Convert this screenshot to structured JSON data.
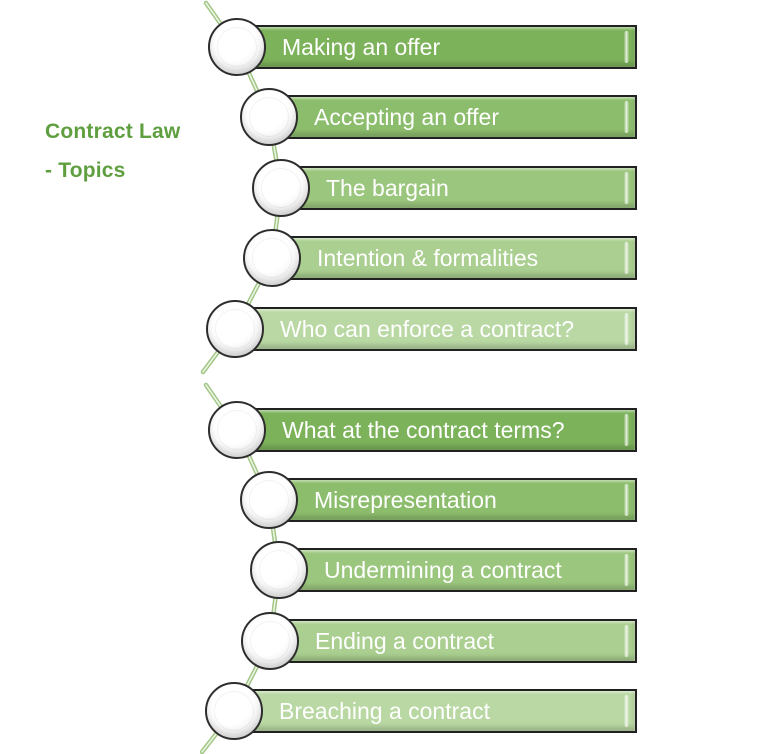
{
  "title": {
    "line1": "Contract Law",
    "line2": "- Topics",
    "color": "#5f9f40"
  },
  "groups": [
    {
      "items": [
        {
          "label": "Making an offer",
          "color": "#7cb25a"
        },
        {
          "label": "Accepting an offer",
          "color": "#8cbd6c"
        },
        {
          "label": "The bargain",
          "color": "#9bc67d"
        },
        {
          "label": "Intention & formalities",
          "color": "#aacf90"
        },
        {
          "label": "Who can enforce a contract?",
          "color": "#b9d8a3"
        }
      ]
    },
    {
      "items": [
        {
          "label": "What at the contract terms?",
          "color": "#7cb25a"
        },
        {
          "label": "Misrepresentation",
          "color": "#8cbd6c"
        },
        {
          "label": "Undermining a contract",
          "color": "#9bc67d"
        },
        {
          "label": "Ending a contract",
          "color": "#aacf90"
        },
        {
          "label": "Breaching a contract",
          "color": "#b9d8a3"
        }
      ]
    }
  ],
  "connector": {
    "outer_color": "#a0c584",
    "inner_color": "#ecf4e3"
  }
}
